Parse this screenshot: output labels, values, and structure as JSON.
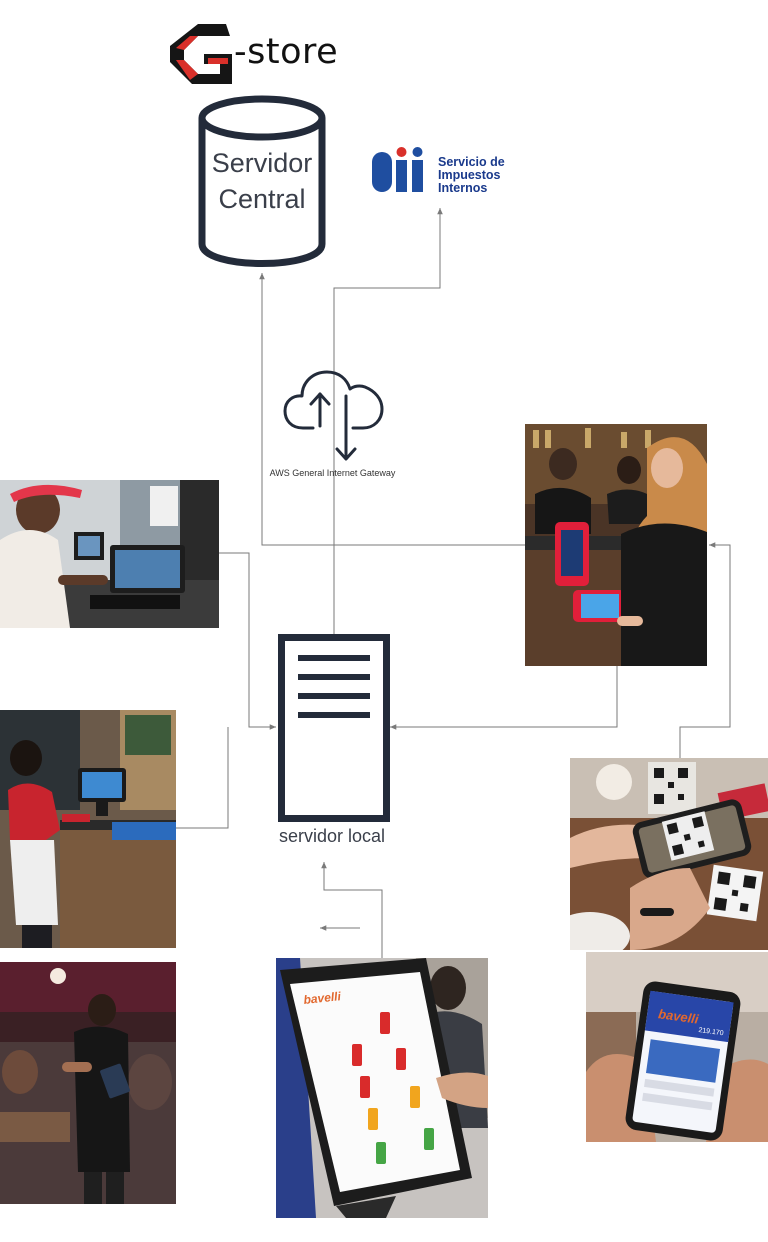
{
  "logo": {
    "text": "-store",
    "letter": "G"
  },
  "database": {
    "line1": "Servidor",
    "line2": "Central"
  },
  "sii": {
    "line1": "Servicio de",
    "line2": "Impuestos",
    "line3": "Internos",
    "mark": "Sii"
  },
  "gateway": {
    "label": "AWS General Internet Gateway"
  },
  "local_server": {
    "label": "servidor local"
  },
  "kiosk": {
    "brand": "bavelli"
  },
  "phone": {
    "brand": "bavelli",
    "price": "219.170"
  },
  "colors": {
    "line": "#7a7a7a",
    "icon": "#232b3a",
    "logo_red": "#d9302a",
    "sii_blue": "#1f4ea0",
    "sii_text": "#1a3a8c",
    "brand_orange": "#e2682e"
  }
}
